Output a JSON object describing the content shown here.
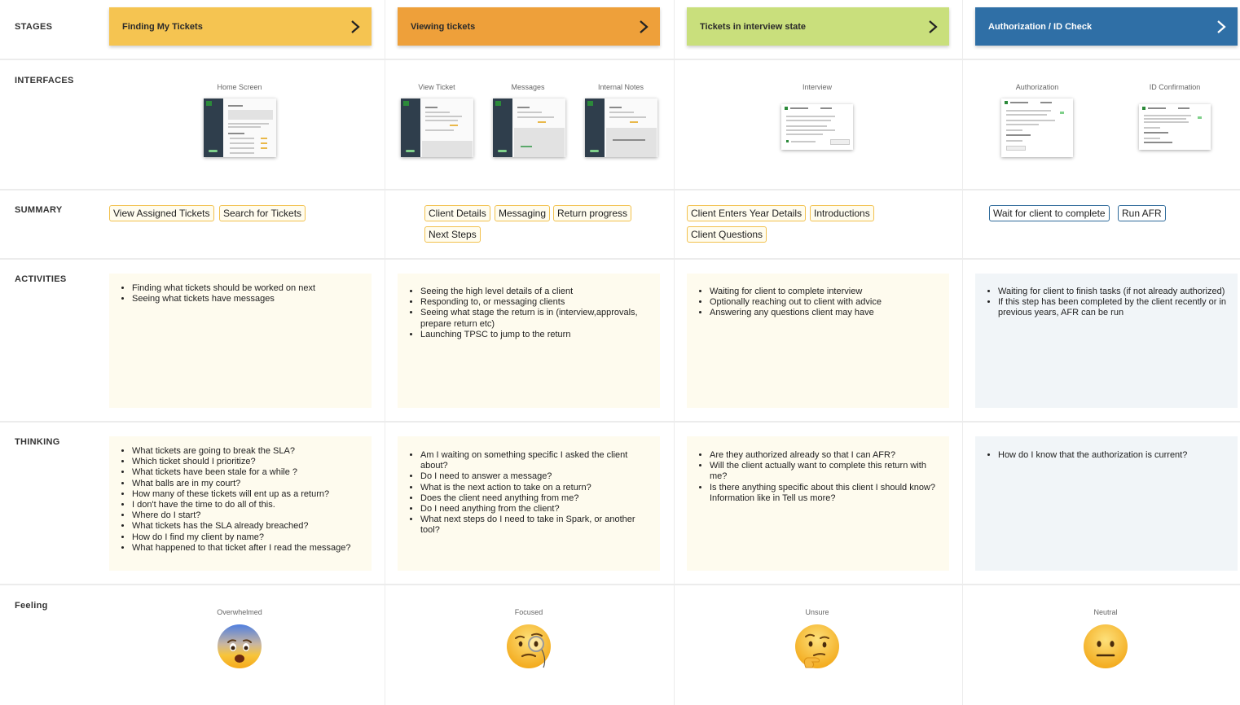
{
  "rows": {
    "stages": "STAGES",
    "interfaces": "INTERFACES",
    "summary": "SUMMARY",
    "activities": "ACTIVITIES",
    "thinking": "THINKING",
    "feeling": "Feeling"
  },
  "stages": [
    {
      "title": "Finding My Tickets",
      "color": "#f5c451"
    },
    {
      "title": "Viewing tickets",
      "color": "#eea03a"
    },
    {
      "title": "Tickets in interview state",
      "color": "#c9df7c"
    },
    {
      "title": "Authorization / ID Check",
      "color": "#2f6fa6"
    }
  ],
  "interfaces": {
    "home_screen": "Home Screen",
    "view_ticket": "View Ticket",
    "messages": "Messages",
    "internal_notes": "Internal Notes",
    "interview": "Interview",
    "authorization": "Authorization",
    "id_confirmation": "ID Confirmation"
  },
  "summary": [
    [
      "View Assigned Tickets",
      "Search for Tickets"
    ],
    [
      "Client Details",
      "Messaging",
      "Return progress",
      "Next Steps"
    ],
    [
      "Client Enters Year Details",
      "Introductions",
      "Client Questions"
    ],
    [
      "Wait for client to complete",
      "Run AFR"
    ]
  ],
  "activities": [
    [
      "Finding what tickets should be worked on next",
      "Seeing what tickets have messages"
    ],
    [
      "Seeing the high level details of a client",
      "Responding to, or messaging clients",
      "Seeing what stage the return is in (interview,approvals, prepare return etc)",
      "Launching TPSC to jump to the return"
    ],
    [
      "Waiting for client to complete interview",
      "Optionally reaching out to client with advice",
      "Answering any questions client may have"
    ],
    [
      "Waiting for client to finish tasks (if not already authorized)",
      "If this step has been completed by the client recently or in previous years, AFR can be run"
    ]
  ],
  "thinking": [
    [
      "What tickets are going to break the SLA?",
      "Which ticket should I prioritize?",
      "What tickets have been stale for a while ?",
      "What balls are in my court?",
      "How many of these tickets will ent up as a return?",
      "I don't have the time to do all of this.",
      "Where do I start?",
      "What tickets has the SLA already breached?",
      "How do I find my client by name?",
      "What happened to that ticket after I read the message?"
    ],
    [
      "Am I waiting on something specific I asked the client about?",
      "Do I need to answer a message?",
      "What is the next action to take on a return?",
      "Does the client need anything from me?",
      "Do I need anything from the client?",
      "What next steps do I need to take in Spark, or another tool?"
    ],
    [
      "Are they authorized already so that I can AFR?",
      "Will the client actually want to complete this return with me?",
      "Is there anything specific about this client I should know? Information like in Tell us more?"
    ],
    [
      "How do I know that the authorization is current?"
    ]
  ],
  "feelings": [
    {
      "label": "Overwhelmed",
      "icon": "anxious-face-icon"
    },
    {
      "label": "Focused",
      "icon": "monocle-face-icon"
    },
    {
      "label": "Unsure",
      "icon": "thinking-face-icon"
    },
    {
      "label": "Neutral",
      "icon": "neutral-face-icon"
    }
  ]
}
